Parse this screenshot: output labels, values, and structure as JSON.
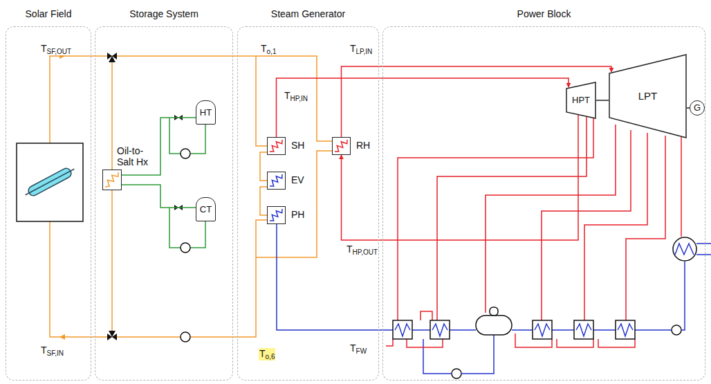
{
  "diagram": {
    "nodes": [
      {
        "text": [
          "Solar Field"
        ]
      },
      {
        "text": [
          "Storage System"
        ]
      },
      {
        "text": [
          "Steam Generator"
        ]
      },
      {
        "text": [
          "Power Block"
        ]
      },
      {
        "text": [
          "Oil-to-Salt Hx"
        ],
        "in": 1
      },
      {
        "text": [
          "HT"
        ],
        "in": 1
      },
      {
        "text": [
          "CT"
        ],
        "in": 1
      },
      {
        "text": [
          "SH"
        ],
        "in": 2
      },
      {
        "text": [
          "EV"
        ],
        "in": 2
      },
      {
        "text": [
          "PH"
        ],
        "in": 2
      },
      {
        "text": [
          "RH"
        ],
        "in": 2
      },
      {
        "text": [
          "HPT"
        ],
        "in": 3
      },
      {
        "text": [
          "LPT"
        ],
        "in": 3
      },
      {
        "text": [
          "G"
        ],
        "in": 3
      }
    ],
    "edges": [
      {
        "from": 4,
        "to": 5,
        "arrow": "none"
      },
      {
        "from": 4,
        "to": 6,
        "arrow": "none"
      },
      {
        "from": 7,
        "to": 11,
        "arrow": "to"
      },
      {
        "from": 10,
        "to": 12,
        "arrow": "to"
      },
      {
        "from": 11,
        "to": 10,
        "arrow": "to"
      },
      {
        "from": 11,
        "to": 12,
        "arrow": "none"
      },
      {
        "from": 12,
        "to": 13,
        "arrow": "none"
      }
    ],
    "labels": [
      "TSF,OUT",
      "TSF,IN",
      "To,1",
      "To,6",
      "TLP,IN",
      "THP,IN",
      "THP,OUT",
      "TFW"
    ]
  }
}
